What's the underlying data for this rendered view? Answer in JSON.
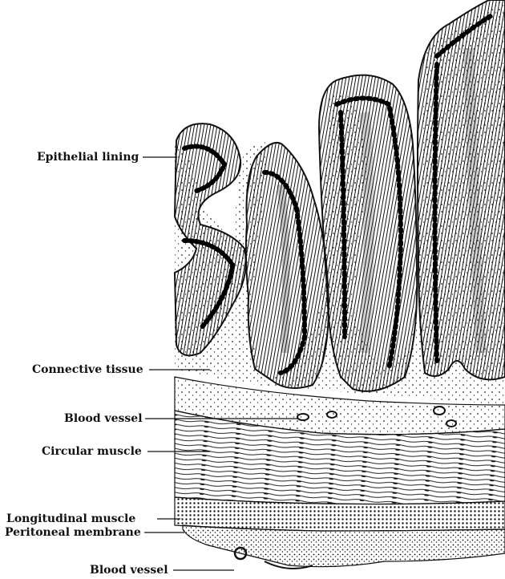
{
  "figure": {
    "labels": {
      "epithelial_lining": "Epithelial lining",
      "connective_tissue": "Connective tissue",
      "blood_vessel_upper": "Blood vessel",
      "circular_muscle": "Circular muscle",
      "longitudinal_muscle": "Longitudinal muscle",
      "peritoneal_membrane": "Peritoneal membrane",
      "blood_vessel_lower": "Blood vessel"
    },
    "colors": {
      "ink": "#111111",
      "paper": "#ffffff"
    }
  }
}
